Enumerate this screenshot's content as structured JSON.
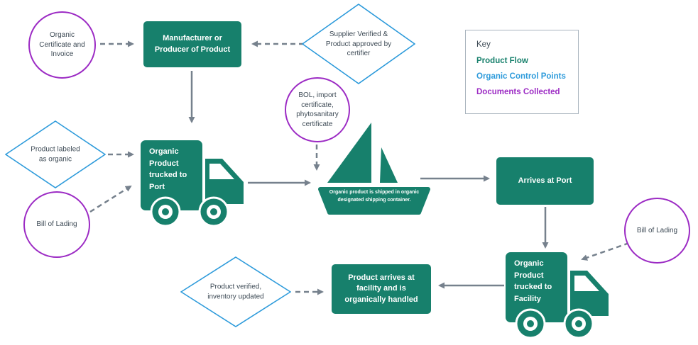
{
  "legend": {
    "title": "Key",
    "items": [
      {
        "id": "product-flow",
        "label": "Product Flow",
        "color": "#17806C"
      },
      {
        "id": "organic-control-points",
        "label": "Organic Control Points",
        "color": "#2E9BDB"
      },
      {
        "id": "documents-collected",
        "label": "Documents Collected",
        "color": "#9C2BC4"
      }
    ]
  },
  "colors": {
    "product_flow": "#17806C",
    "control_points": "#2E9BDB",
    "documents": "#9C2BC4",
    "arrow": "#76818D"
  },
  "documents": [
    {
      "id": "organic-certificate",
      "label": "Organic Certificate and Invoice"
    },
    {
      "id": "bol-import-certificate",
      "label": "BOL, import certificate, phytosanitary certificate"
    },
    {
      "id": "bill-of-lading-left",
      "label": "Bill of Lading"
    },
    {
      "id": "bill-of-lading-right",
      "label": "Bill of Lading"
    }
  ],
  "control_points": [
    {
      "id": "supplier-verified",
      "label": "Supplier Verified & Product approved by certifier"
    },
    {
      "id": "product-labeled",
      "label": "Product labeled as organic"
    },
    {
      "id": "product-verified",
      "label": "Product verified, inventory updated"
    }
  ],
  "process_steps": [
    {
      "id": "manufacturer",
      "label": "Manufacturer or Producer of Product"
    },
    {
      "id": "arrives-at-port",
      "label": "Arrives at Port"
    },
    {
      "id": "arrives-at-facility",
      "label": "Product arrives at facility and is organically handled"
    },
    {
      "id": "truck-to-port",
      "label": "Organic Product trucked to Port"
    },
    {
      "id": "truck-to-facility",
      "label": "Organic Product trucked to Facility"
    },
    {
      "id": "ship",
      "label": "Organic product is shipped in organic designated shipping container."
    }
  ]
}
